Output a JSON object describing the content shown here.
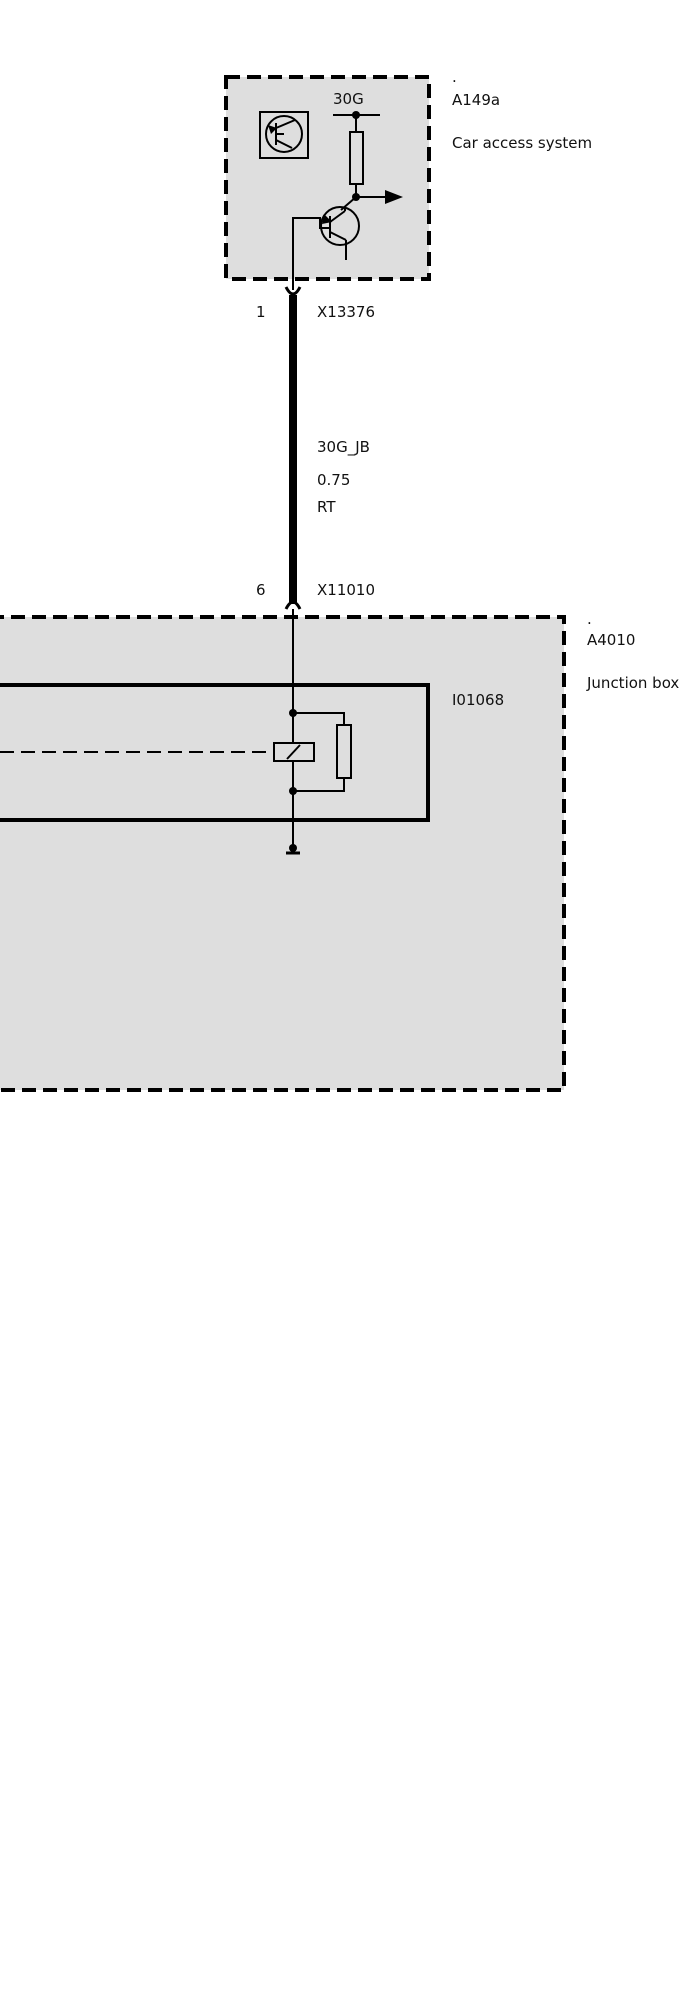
{
  "colors": {
    "module_fill": "#dedede",
    "line": "#000000",
    "background": "#ffffff"
  },
  "car_access_system": {
    "marker": ".",
    "code": "A149a",
    "name": "Car access system",
    "supply_label": "30G"
  },
  "connector_top": {
    "pin": "1",
    "code": "X13376"
  },
  "wire": {
    "signal": "30G_JB",
    "cross_section": "0.75",
    "color_code": "RT"
  },
  "connector_bottom": {
    "pin": "6",
    "code": "X11010"
  },
  "junction_box": {
    "marker": ".",
    "code": "A4010",
    "name": "Junction box"
  },
  "relay": {
    "code": "I01068"
  }
}
